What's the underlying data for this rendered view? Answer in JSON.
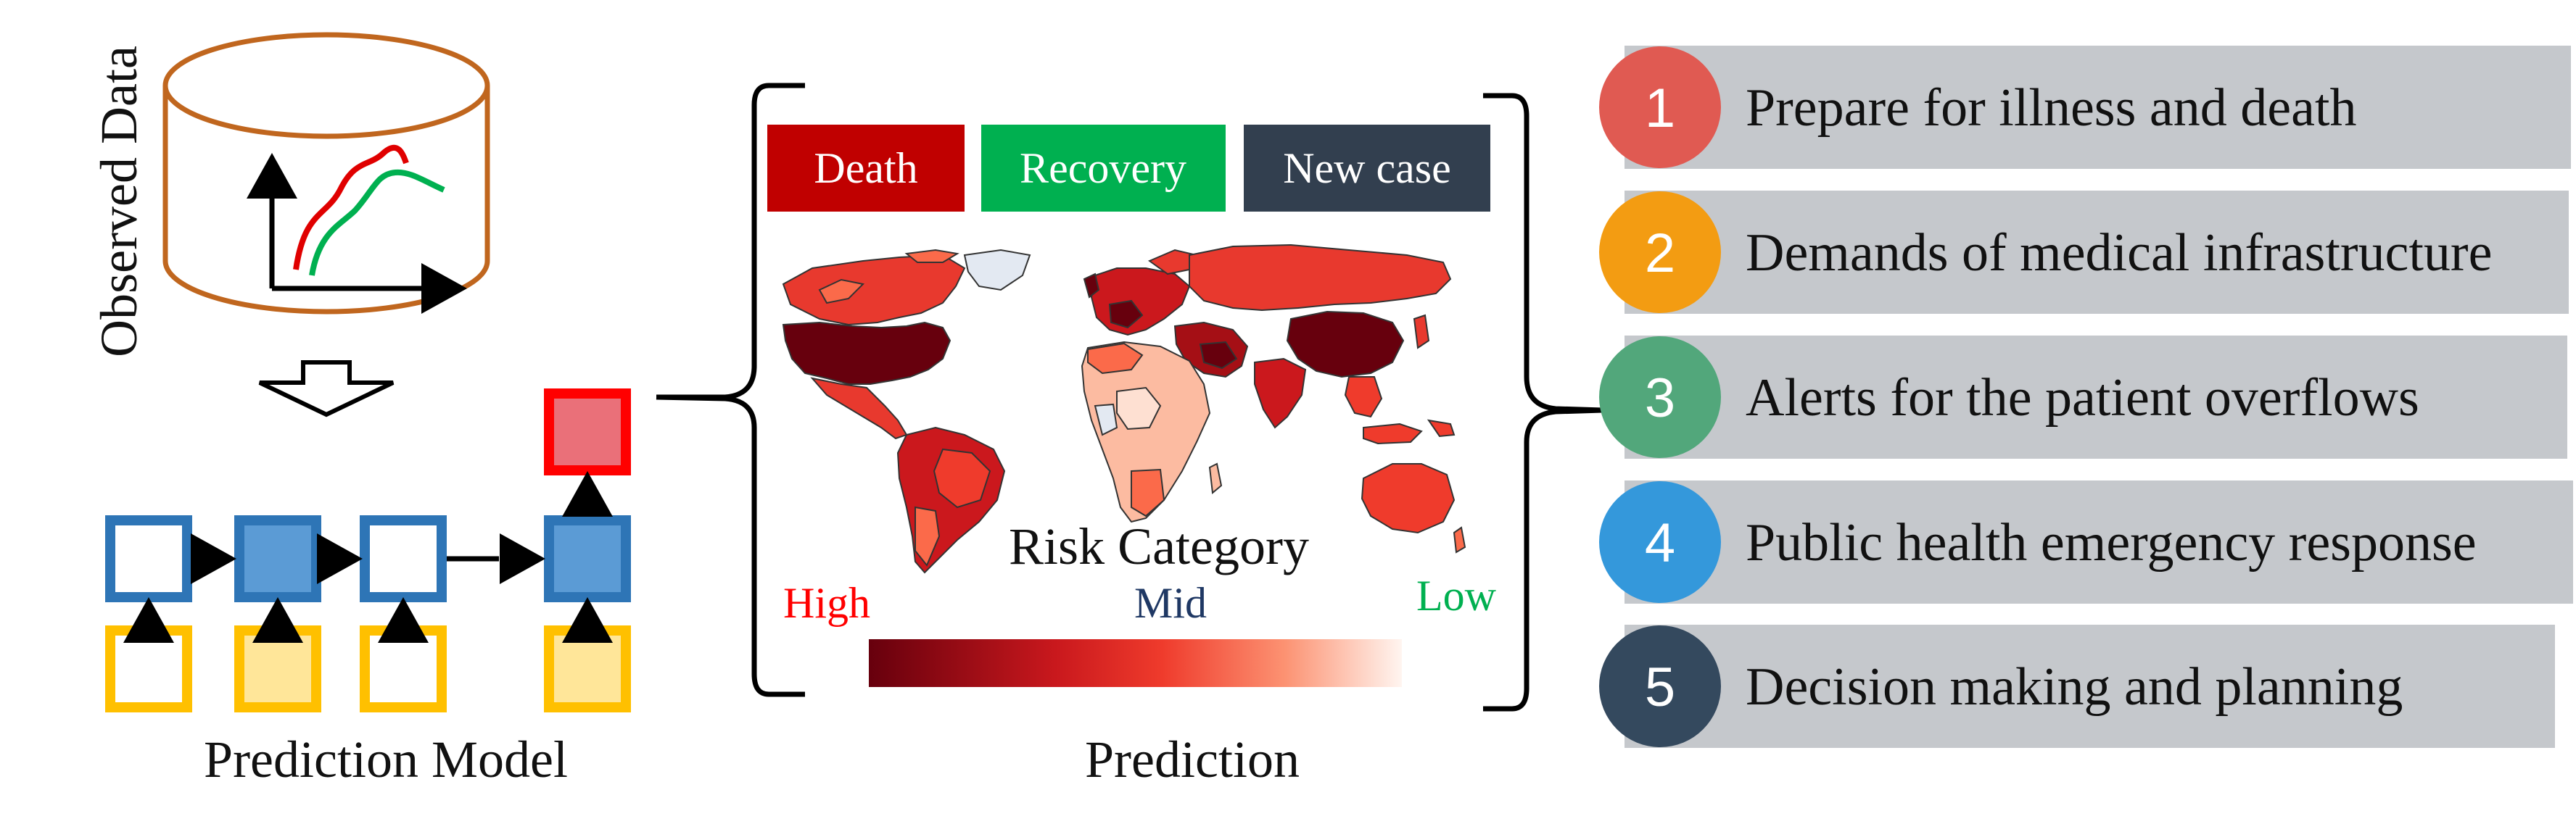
{
  "observed": {
    "label": "Observed Data"
  },
  "model": {
    "label": "Prediction Model"
  },
  "prediction": {
    "label": "Prediction",
    "tabs": [
      {
        "label": "Death",
        "color": "#c00000"
      },
      {
        "label": "Recovery",
        "color": "#00b050"
      },
      {
        "label": "New case",
        "color": "#323f4f"
      }
    ],
    "map": {
      "legend_title": "Risk Category",
      "high": "High",
      "mid": "Mid",
      "low": "Low",
      "colors": {
        "high": "#67000d",
        "mid": "#e8392e",
        "low": "#fff5f0"
      }
    }
  },
  "actions": [
    {
      "num": "1",
      "label": "Prepare for illness and death",
      "color": "#e05a52"
    },
    {
      "num": "2",
      "label": "Demands of medical infrastructure",
      "color": "#f39c12"
    },
    {
      "num": "3",
      "label": "Alerts for the patient overflows",
      "color": "#52a77b"
    },
    {
      "num": "4",
      "label": "Public health emergency response",
      "color": "#3498db"
    },
    {
      "num": "5",
      "label": "Decision making and planning",
      "color": "#34495e"
    }
  ]
}
